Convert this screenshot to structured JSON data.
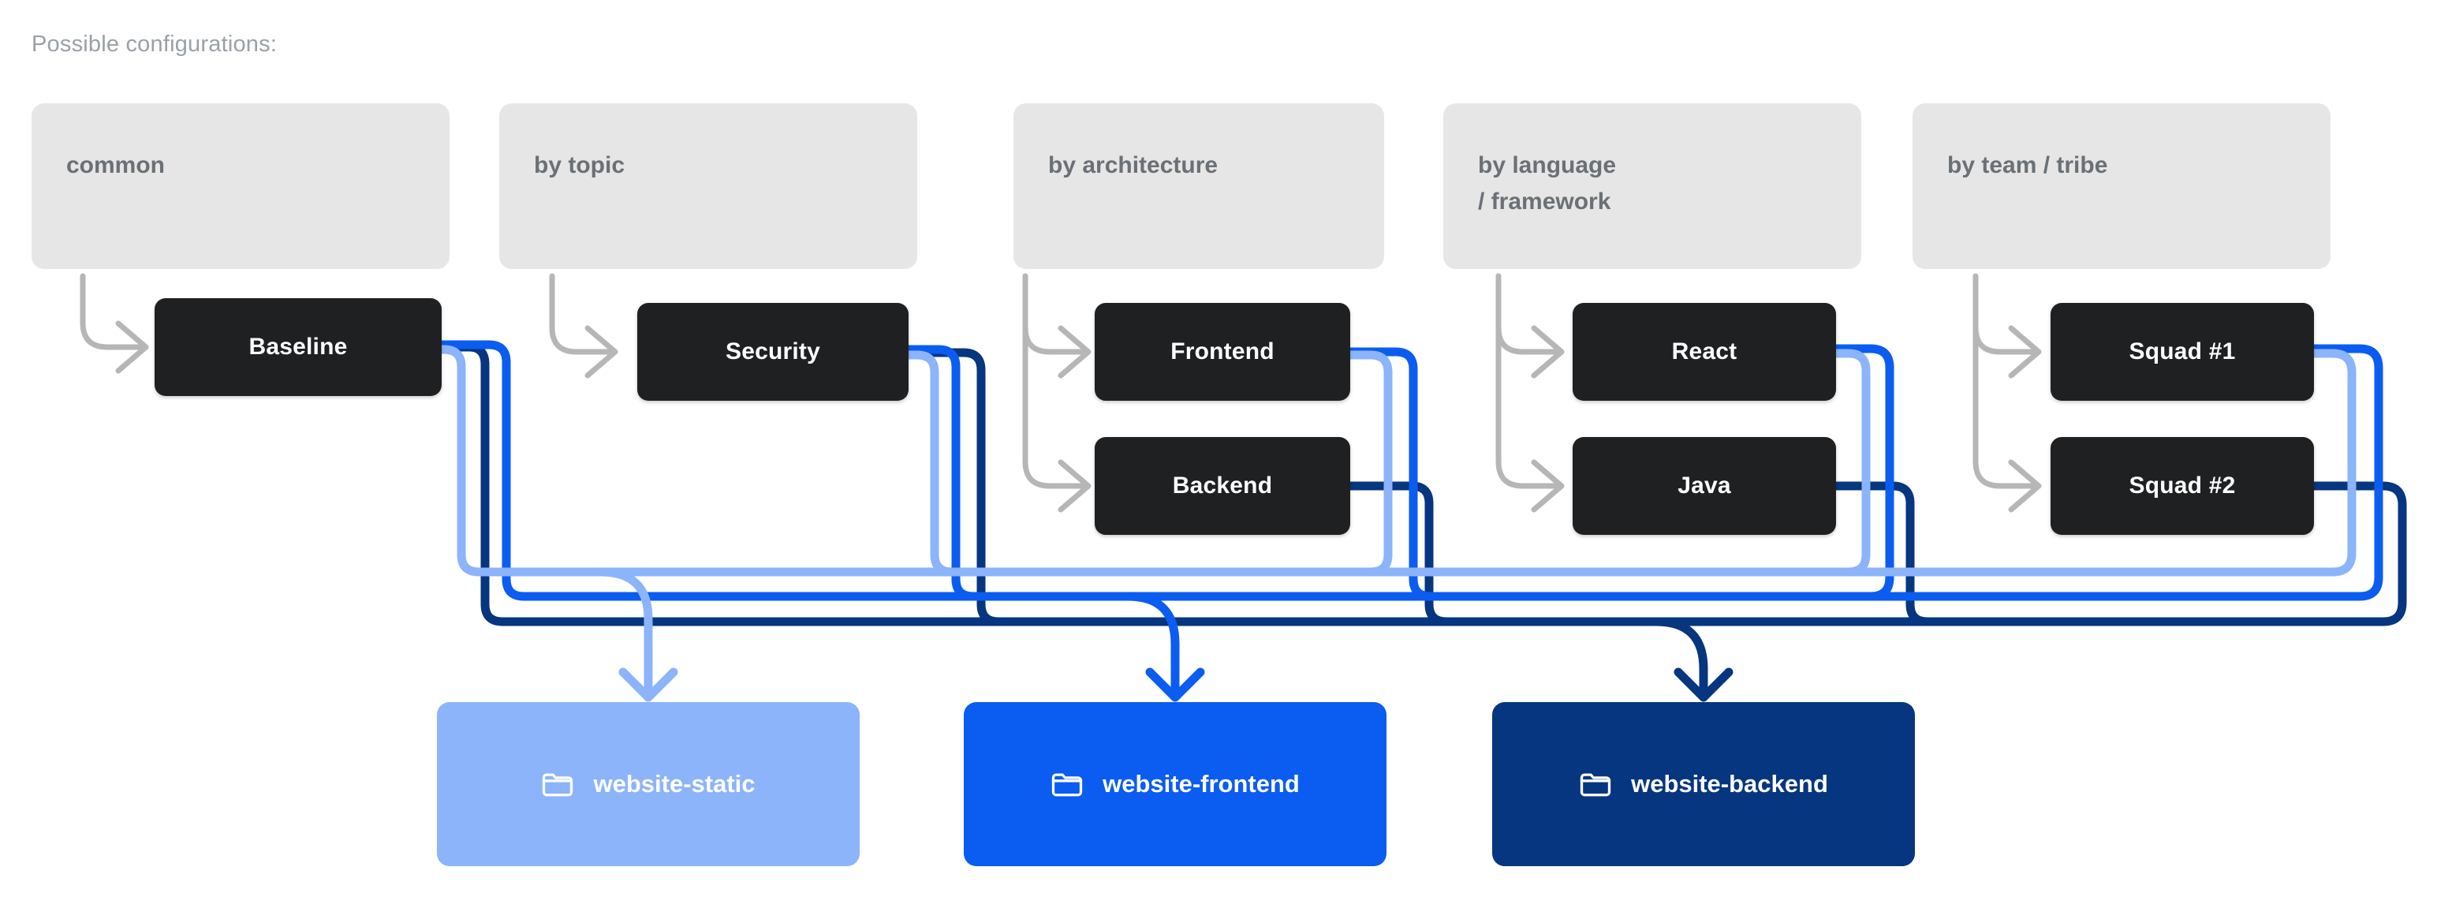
{
  "caption": "Possible configurations:",
  "colors": {
    "group_card_bg": "#e6e6e6",
    "group_label": "#6b7076",
    "node_bg": "#1f2022",
    "node_text": "#ffffff",
    "grey_arrow": "#b6b6b6",
    "light_blue": "#8cb4fb",
    "bright_blue": "#0b5cf0",
    "navy": "#06367f",
    "page_bg": "#ffffff",
    "caption_text": "#9aa0a6"
  },
  "groups": [
    {
      "id": "common",
      "label": "common",
      "nodes": [
        "Baseline"
      ]
    },
    {
      "id": "by-topic",
      "label": "by topic",
      "nodes": [
        "Security"
      ]
    },
    {
      "id": "by-arch",
      "label": "by architecture",
      "nodes": [
        "Frontend",
        "Backend"
      ]
    },
    {
      "id": "by-language",
      "label": "by language\n/ framework",
      "nodes": [
        "React",
        "Java"
      ]
    },
    {
      "id": "by-team",
      "label": "by team / tribe",
      "nodes": [
        "Squad #1",
        "Squad #2"
      ]
    }
  ],
  "nodes": {
    "baseline": "Baseline",
    "security": "Security",
    "frontend": "Frontend",
    "backend": "Backend",
    "react": "React",
    "java": "Java",
    "squad1": "Squad #1",
    "squad2": "Squad #2"
  },
  "repos": [
    {
      "id": "website-static",
      "label": "website-static",
      "color": "#8cb4fb",
      "icon": "folder-icon"
    },
    {
      "id": "website-frontend",
      "label": "website-frontend",
      "color": "#0b5cf0",
      "icon": "folder-icon"
    },
    {
      "id": "website-backend",
      "label": "website-backend",
      "color": "#06367f",
      "icon": "folder-icon"
    }
  ],
  "connections": [
    {
      "from": "Baseline",
      "to": "website-static"
    },
    {
      "from": "Baseline",
      "to": "website-frontend"
    },
    {
      "from": "Baseline",
      "to": "website-backend"
    },
    {
      "from": "Security",
      "to": "website-static"
    },
    {
      "from": "Security",
      "to": "website-frontend"
    },
    {
      "from": "Security",
      "to": "website-backend"
    },
    {
      "from": "Frontend",
      "to": "website-static"
    },
    {
      "from": "Frontend",
      "to": "website-frontend"
    },
    {
      "from": "Backend",
      "to": "website-backend"
    },
    {
      "from": "React",
      "to": "website-static"
    },
    {
      "from": "React",
      "to": "website-frontend"
    },
    {
      "from": "Java",
      "to": "website-backend"
    },
    {
      "from": "Squad #1",
      "to": "website-static"
    },
    {
      "from": "Squad #1",
      "to": "website-frontend"
    },
    {
      "from": "Squad #2",
      "to": "website-backend"
    }
  ]
}
